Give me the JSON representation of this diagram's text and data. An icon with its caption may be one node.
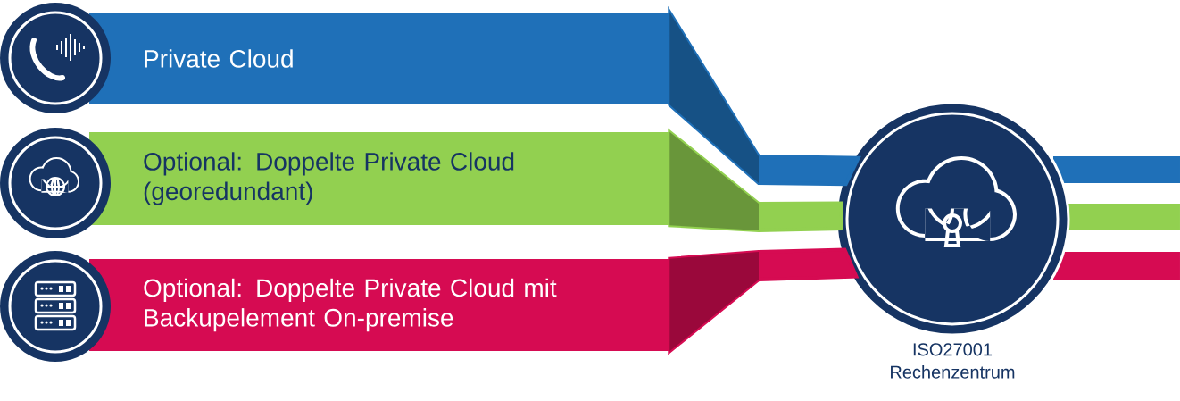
{
  "diagram": {
    "nodes": [
      {
        "text": [
          "Private Cloud"
        ]
      },
      {
        "text": [
          "Optional: Doppelte Private Cloud (georedundant)"
        ]
      },
      {
        "text": [
          "Optional: Doppelte Private Cloud mit Backupelement On-premise"
        ]
      },
      {
        "text": [],
        "shape": "circle",
        "beside": [
          "ISO27001 Rechenzentrum"
        ]
      }
    ],
    "edges": [
      {
        "from": 0,
        "to": 3,
        "arrow": "none",
        "style": "thick",
        "color": "#1f70b8"
      },
      {
        "from": 1,
        "to": 3,
        "arrow": "none",
        "style": "thick",
        "color": "#92d050"
      },
      {
        "from": 2,
        "to": 3,
        "arrow": "none",
        "style": "thick",
        "color": "#d60b52"
      }
    ]
  }
}
